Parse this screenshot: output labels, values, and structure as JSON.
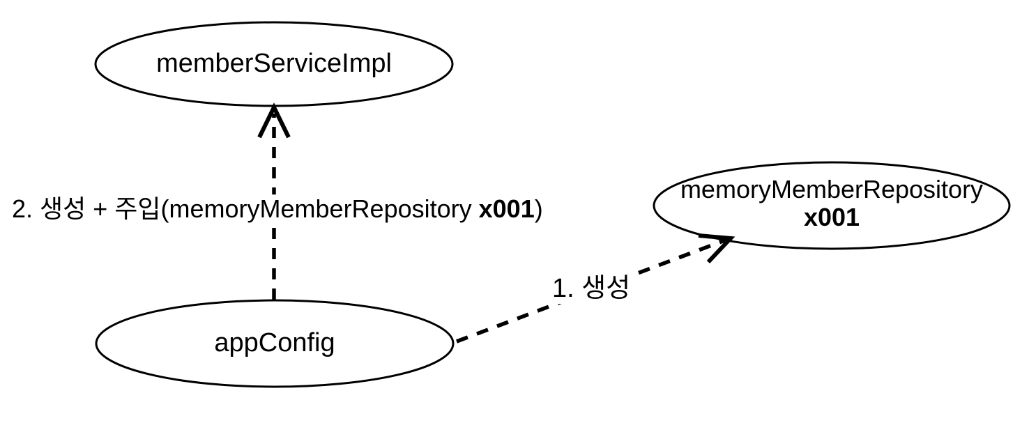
{
  "diagram": {
    "background_color": "#ffffff",
    "stroke_color": "#000000",
    "nodes": [
      {
        "label": "memberServiceImpl"
      },
      {
        "label": "memoryMemberRepository",
        "sublabel": "x001"
      },
      {
        "label": "appConfig"
      }
    ],
    "edges": [
      {
        "from": "appConfig",
        "to": "memberServiceImpl",
        "style": "dashed-open-arrow",
        "label_prefix": "2. 생성 + 주입(memoryMemberRepository ",
        "label_bold": "x001",
        "label_suffix": ")"
      },
      {
        "from": "appConfig",
        "to": "memoryMemberRepository",
        "style": "dashed-open-arrow",
        "label": "1. 생성"
      }
    ]
  }
}
